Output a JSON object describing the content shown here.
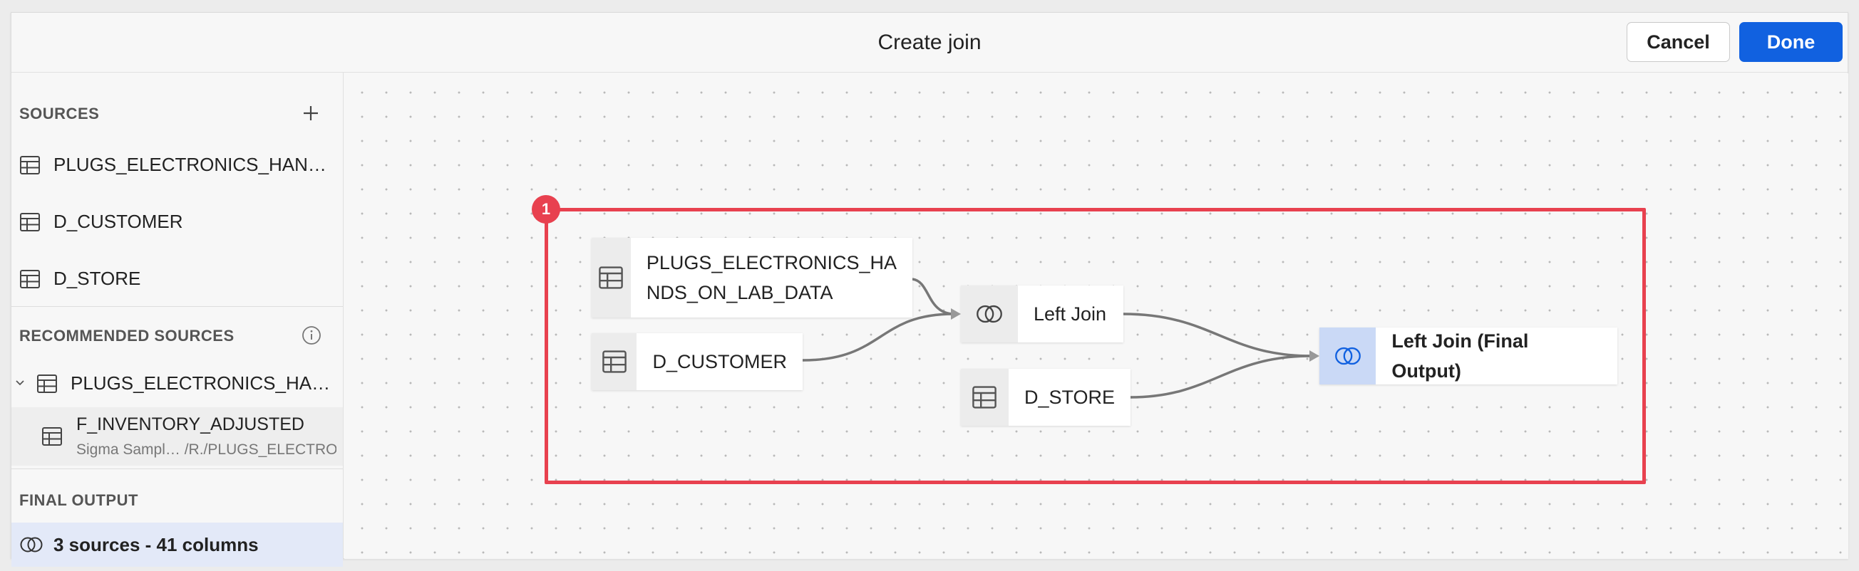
{
  "header": {
    "title": "Create join",
    "cancel_label": "Cancel",
    "done_label": "Done"
  },
  "sidebar": {
    "sources": {
      "title": "SOURCES",
      "items": [
        {
          "label": "PLUGS_ELECTRONICS_HANDS_ON_LAB_DATA",
          "icon": "table-icon"
        },
        {
          "label": "D_CUSTOMER",
          "icon": "table-icon"
        },
        {
          "label": "D_STORE",
          "icon": "table-icon"
        }
      ]
    },
    "recommended": {
      "title": "RECOMMENDED SOURCES",
      "parent": {
        "label": "PLUGS_ELECTRONICS_HANDS_ON_LAB_DATA"
      },
      "children": [
        {
          "name": "F_INVENTORY_ADJUSTED",
          "path": "Sigma Sampl…  /R./PLUGS_ELECTRONICS"
        }
      ]
    },
    "final_output": {
      "title": "FINAL OUTPUT",
      "summary": "3 sources - 41 columns"
    }
  },
  "canvas": {
    "annotation_badge": "1",
    "nodes": {
      "source_plugs": {
        "line1": "PLUGS_ELECTRONICS_HA",
        "line2": "NDS_ON_LAB_DATA"
      },
      "source_customer": {
        "label": "D_CUSTOMER"
      },
      "join_left": {
        "label": "Left Join"
      },
      "source_store": {
        "label": "D_STORE"
      },
      "join_final": {
        "label": "Left Join (Final Output)"
      }
    }
  },
  "colors": {
    "accent": "#1161e0",
    "highlight": "#e8414f",
    "final_bg": "#e3e9f8"
  }
}
